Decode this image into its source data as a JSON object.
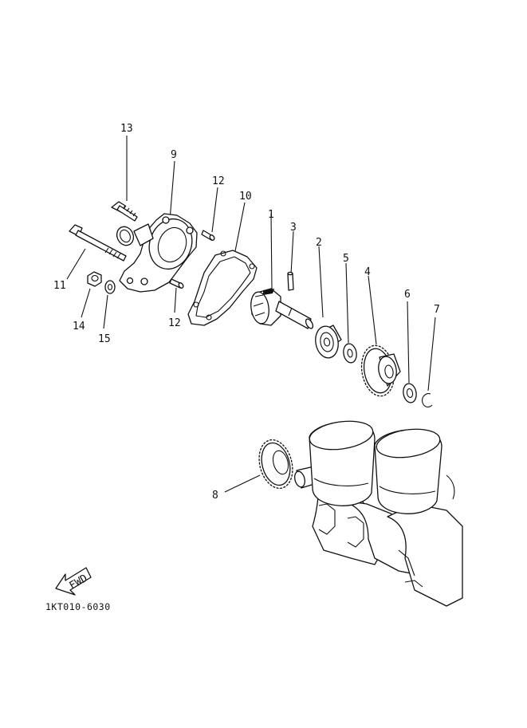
{
  "diagram": {
    "part_labels": [
      "13",
      "9",
      "12",
      "10",
      "1",
      "3",
      "2",
      "5",
      "4",
      "6",
      "7",
      "11",
      "14",
      "15",
      "12",
      "8"
    ],
    "arrow_text": "FWD",
    "drawing_code": "1KT010-6030"
  }
}
